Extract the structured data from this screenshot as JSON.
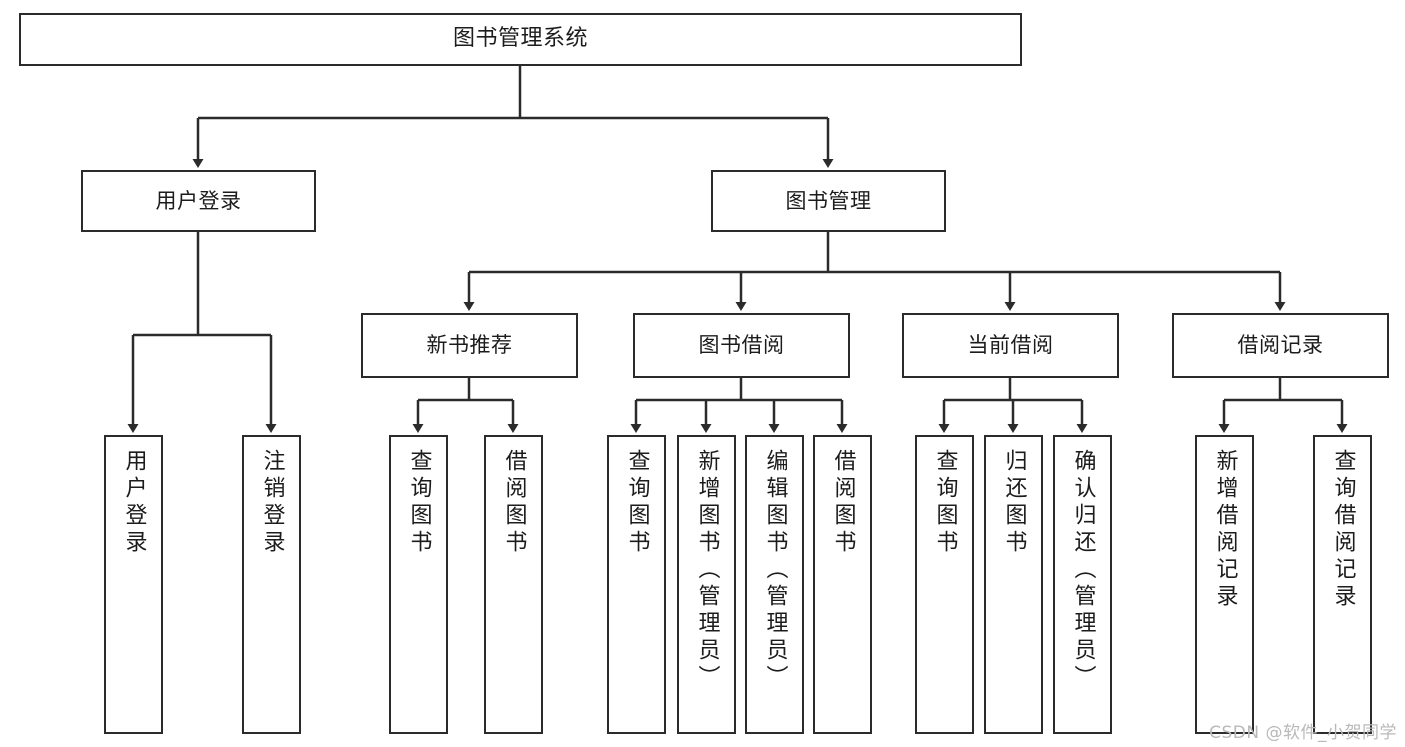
{
  "diagram": {
    "title": "图书管理系统",
    "type": "functional-structure-tree",
    "root": {
      "label": "图书管理系统"
    },
    "level2": [
      {
        "label": "用户登录"
      },
      {
        "label": "图书管理"
      }
    ],
    "level3": [
      {
        "label": "新书推荐"
      },
      {
        "label": "图书借阅"
      },
      {
        "label": "当前借阅"
      },
      {
        "label": "借阅记录"
      }
    ],
    "leaves": [
      {
        "label": "用户登录",
        "parent": "用户登录"
      },
      {
        "label": "注销登录",
        "parent": "用户登录"
      },
      {
        "label": "查询图书",
        "parent": "新书推荐"
      },
      {
        "label": "借阅图书",
        "parent": "新书推荐"
      },
      {
        "label": "查询图书",
        "parent": "图书借阅"
      },
      {
        "label": "新增图书（管理员）",
        "parent": "图书借阅"
      },
      {
        "label": "编辑图书（管理员）",
        "parent": "图书借阅"
      },
      {
        "label": "借阅图书",
        "parent": "图书借阅"
      },
      {
        "label": "查询图书",
        "parent": "当前借阅"
      },
      {
        "label": "归还图书",
        "parent": "当前借阅"
      },
      {
        "label": "确认归还（管理员）",
        "parent": "当前借阅"
      },
      {
        "label": "新增借阅记录",
        "parent": "借阅记录"
      },
      {
        "label": "查询借阅记录",
        "parent": "借阅记录"
      }
    ],
    "watermark": "CSDN @软件_小贺同学",
    "colors": {
      "stroke": "#2b2b2b",
      "text": "#1c1c1c",
      "background": "#ffffff",
      "watermark": "#b9b9b9"
    }
  }
}
